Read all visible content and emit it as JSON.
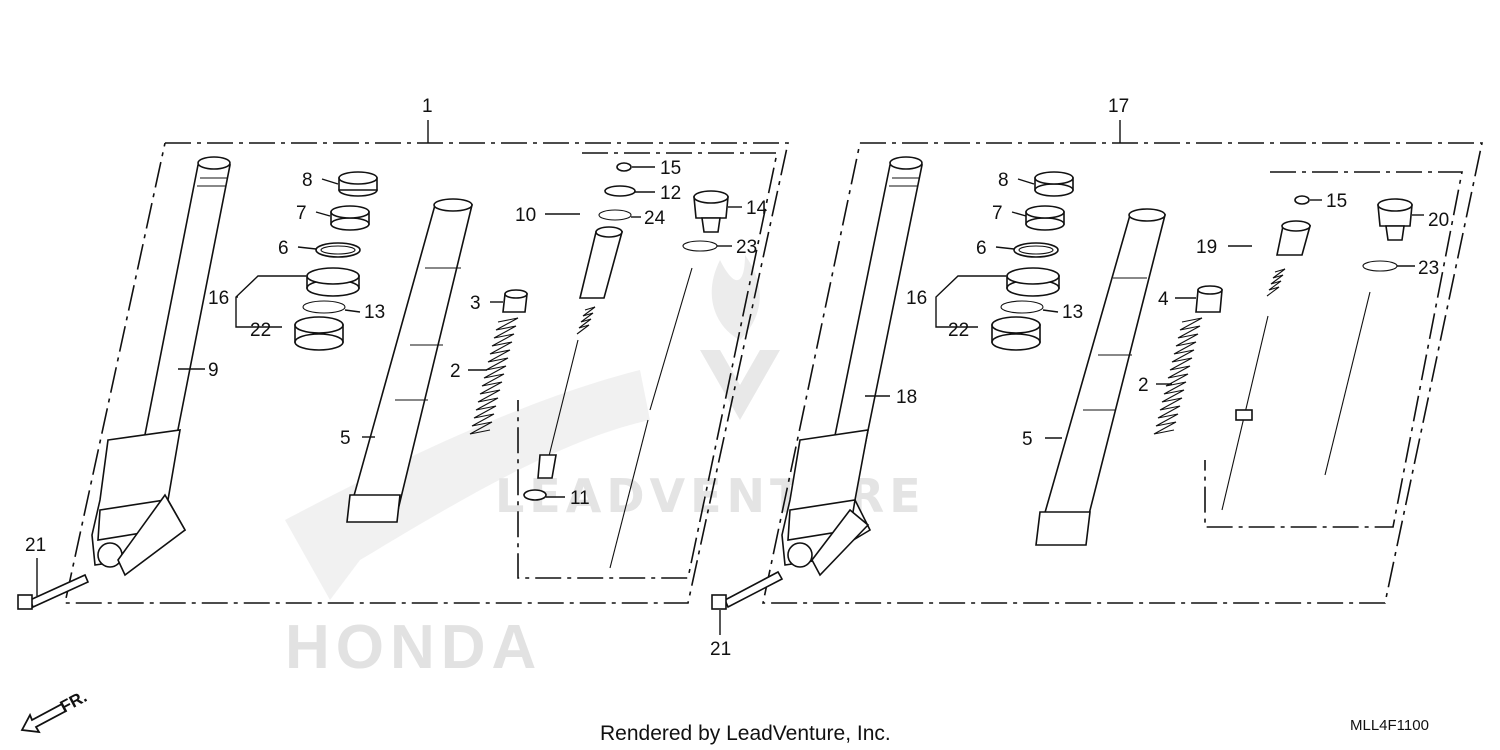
{
  "assemblies": [
    {
      "name": "left-fork-assembly",
      "ref": "1"
    },
    {
      "name": "right-fork-assembly",
      "ref": "17"
    }
  ],
  "callouts": {
    "left": {
      "c1": "1",
      "c8": "8",
      "c7": "7",
      "c6": "6",
      "c16": "16",
      "c13": "13",
      "c22": "22",
      "c9": "9",
      "c3": "3",
      "c2": "2",
      "c5": "5",
      "c10": "10",
      "c15": "15",
      "c12": "12",
      "c24": "24",
      "c14": "14",
      "c23": "23",
      "c11": "11",
      "c21": "21"
    },
    "right": {
      "c17": "17",
      "c8": "8",
      "c7": "7",
      "c6": "6",
      "c16": "16",
      "c13": "13",
      "c22": "22",
      "c18": "18",
      "c4": "4",
      "c2": "2",
      "c5": "5",
      "c19": "19",
      "c15": "15",
      "c20": "20",
      "c23": "23",
      "c21": "21"
    }
  },
  "direction_label": "FR.",
  "watermark": {
    "brand": "HONDA",
    "overlay": "LEADVENTURE"
  },
  "footer": {
    "rendered_by": "Rendered by LeadVenture, Inc.",
    "diagram_code": "MLL4F1100"
  }
}
